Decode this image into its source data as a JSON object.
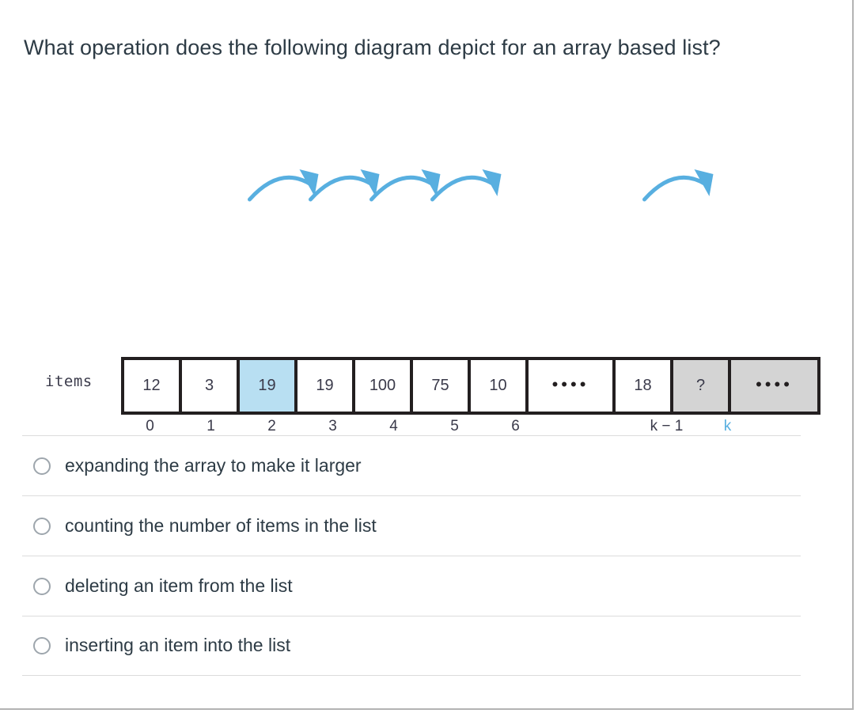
{
  "question": {
    "text": "What operation does the following diagram depict for an array based list?"
  },
  "diagram": {
    "array_label": "items",
    "cells": [
      {
        "value": "12",
        "style": "normal"
      },
      {
        "value": "3",
        "style": "normal"
      },
      {
        "value": "19",
        "style": "highlight"
      },
      {
        "value": "19",
        "style": "normal"
      },
      {
        "value": "100",
        "style": "normal"
      },
      {
        "value": "75",
        "style": "normal"
      },
      {
        "value": "10",
        "style": "normal"
      },
      {
        "value": "••••",
        "style": "normal"
      },
      {
        "value": "18",
        "style": "normal"
      },
      {
        "value": "?",
        "style": "gray"
      },
      {
        "value": "••••",
        "style": "gray"
      }
    ],
    "indices": [
      {
        "label": "0",
        "color": "dark"
      },
      {
        "label": "1",
        "color": "dark"
      },
      {
        "label": "2",
        "color": "dark"
      },
      {
        "label": "3",
        "color": "dark"
      },
      {
        "label": "4",
        "color": "dark"
      },
      {
        "label": "5",
        "color": "dark"
      },
      {
        "label": "6",
        "color": "dark"
      },
      {
        "label": "k − 1",
        "color": "dark"
      },
      {
        "label": "k",
        "color": "blue"
      }
    ],
    "arrow_count": 5,
    "arrow_color": "#58afe0",
    "highlight_color": "#b8dff2",
    "gray_color": "#d4d4d4",
    "border_color": "#231f20"
  },
  "answers": {
    "options": [
      {
        "label": "expanding the array to make it larger",
        "selected": false
      },
      {
        "label": "counting the number of items in the list",
        "selected": false
      },
      {
        "label": "deleting an item from the list",
        "selected": false
      },
      {
        "label": "inserting an item into the list",
        "selected": false
      }
    ]
  }
}
